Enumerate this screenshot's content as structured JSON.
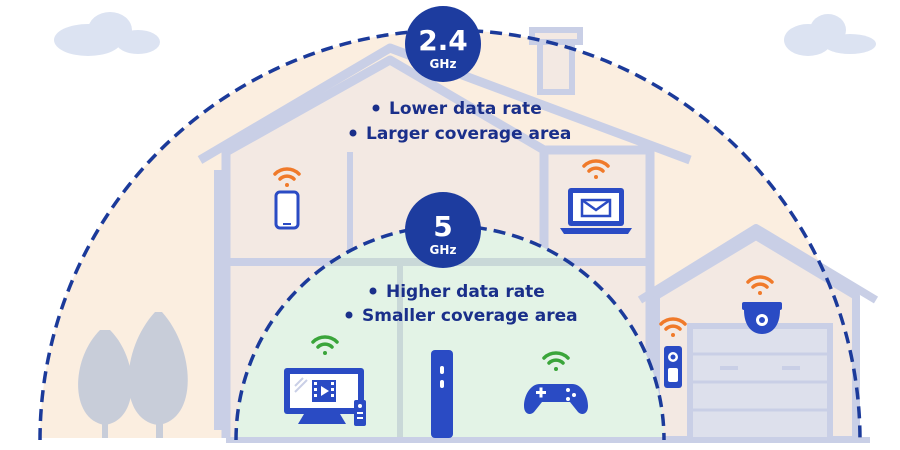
{
  "bands": {
    "band_24": {
      "value": "2.4",
      "unit": "GHz",
      "features": [
        "Lower data rate",
        "Larger coverage area"
      ]
    },
    "band_5": {
      "value": "5",
      "unit": "GHz",
      "features": [
        "Higher data rate",
        "Smaller coverage area"
      ]
    }
  },
  "colors": {
    "outer_zone": "#fbeee0",
    "inner_zone": "#e3f3e6",
    "dash_line": "#1b3a9a",
    "badge": "#1d3c9f",
    "house": "#c9cfe6",
    "wifi_orange": "#f07a2a",
    "wifi_green": "#3aa53a",
    "device": "#2a4bc4"
  },
  "devices": [
    {
      "name": "smartphone",
      "wifi_band": "2.4"
    },
    {
      "name": "laptop-email",
      "wifi_band": "2.4"
    },
    {
      "name": "smart-tv",
      "wifi_band": "5"
    },
    {
      "name": "router",
      "wifi_band": "5"
    },
    {
      "name": "game-controller",
      "wifi_band": "5"
    },
    {
      "name": "video-doorbell",
      "wifi_band": "2.4"
    },
    {
      "name": "security-camera",
      "wifi_band": "2.4"
    }
  ]
}
